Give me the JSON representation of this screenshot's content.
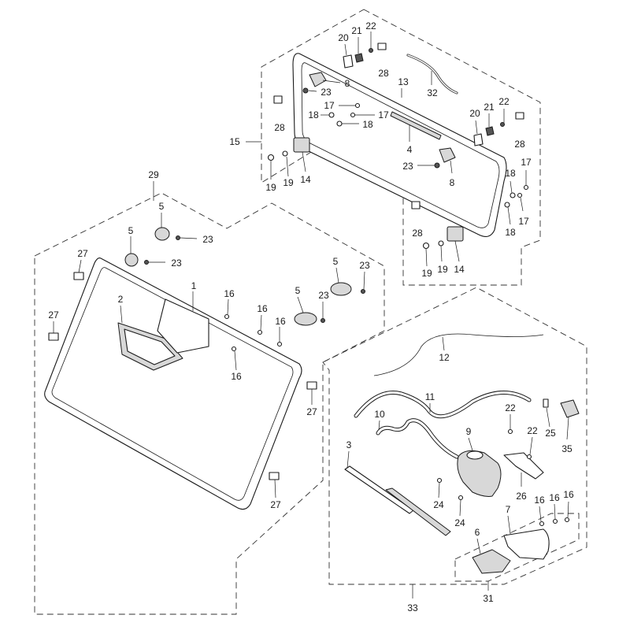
{
  "callouts": [
    {
      "text": "20"
    },
    {
      "text": "21"
    },
    {
      "text": "22"
    },
    {
      "text": "28"
    },
    {
      "text": "8"
    },
    {
      "text": "23"
    },
    {
      "text": "13"
    },
    {
      "text": "32"
    },
    {
      "text": "28"
    },
    {
      "text": "17"
    },
    {
      "text": "18"
    },
    {
      "text": "17"
    },
    {
      "text": "18"
    },
    {
      "text": "20"
    },
    {
      "text": "21"
    },
    {
      "text": "22"
    },
    {
      "text": "28"
    },
    {
      "text": "15"
    },
    {
      "text": "4"
    },
    {
      "text": "23"
    },
    {
      "text": "8"
    },
    {
      "text": "19"
    },
    {
      "text": "19"
    },
    {
      "text": "14"
    },
    {
      "text": "18"
    },
    {
      "text": "17"
    },
    {
      "text": "17"
    },
    {
      "text": "18"
    },
    {
      "text": "28"
    },
    {
      "text": "19"
    },
    {
      "text": "19"
    },
    {
      "text": "14"
    },
    {
      "text": "29"
    },
    {
      "text": "5"
    },
    {
      "text": "23"
    },
    {
      "text": "5"
    },
    {
      "text": "23"
    },
    {
      "text": "27"
    },
    {
      "text": "5"
    },
    {
      "text": "23"
    },
    {
      "text": "1"
    },
    {
      "text": "16"
    },
    {
      "text": "5"
    },
    {
      "text": "23"
    },
    {
      "text": "2"
    },
    {
      "text": "16"
    },
    {
      "text": "27"
    },
    {
      "text": "16"
    },
    {
      "text": "16"
    },
    {
      "text": "27"
    },
    {
      "text": "27"
    },
    {
      "text": "12"
    },
    {
      "text": "11"
    },
    {
      "text": "22"
    },
    {
      "text": "10"
    },
    {
      "text": "22"
    },
    {
      "text": "25"
    },
    {
      "text": "35"
    },
    {
      "text": "9"
    },
    {
      "text": "3"
    },
    {
      "text": "24"
    },
    {
      "text": "26"
    },
    {
      "text": "24"
    },
    {
      "text": "16"
    },
    {
      "text": "16"
    },
    {
      "text": "16"
    },
    {
      "text": "7"
    },
    {
      "text": "6"
    },
    {
      "text": "31"
    },
    {
      "text": "33"
    }
  ]
}
